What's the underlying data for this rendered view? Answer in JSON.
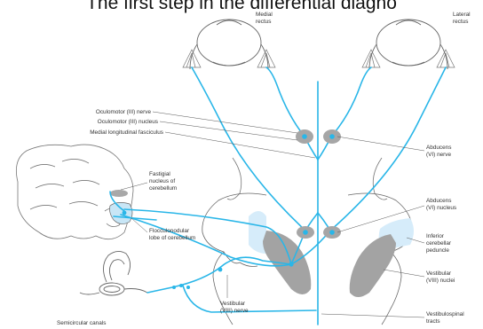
{
  "header": {
    "text": "The first step in the differential diagno"
  },
  "labels": {
    "medial_rectus": [
      "Medial",
      "rectus"
    ],
    "lateral_rectus": [
      "Lateral",
      "rectus"
    ],
    "oculomotor_nerve": "Oculomotor (III) nerve",
    "oculomotor_nucleus": "Oculomotor (III) nucleus",
    "mlf": "Medial longitudinal fasciculus",
    "abducens_nerve": [
      "Abducens",
      "(VI) nerve"
    ],
    "fastigial_nucleus": [
      "Fastigial",
      "nucleus of",
      "cerebellum"
    ],
    "abducens_nucleus": [
      "Abducens",
      "(VI) nucleus"
    ],
    "flocculonodular_lobe": [
      "Flocculonodular",
      "lobe of cerebellum"
    ],
    "inferior_cerebellar_peduncle": [
      "Inferior",
      "cerebellar",
      "peduncle"
    ],
    "vestibular_nuclei": [
      "Vestibular",
      "(VIII) nuclei"
    ],
    "vestibular_nerve": [
      "Vestibular",
      "(VIII) nerve"
    ],
    "semicircular_canals": "Semicircular canals",
    "vestibulospinal_tracts": [
      "Vestibulospinal",
      "tracts"
    ]
  },
  "colors": {
    "pathway": "#29b6e8",
    "outline": "#666666",
    "nucleus_fill": "#9a9a9a",
    "peduncle_fill": "#d6ecfa",
    "leader": "#555555"
  }
}
